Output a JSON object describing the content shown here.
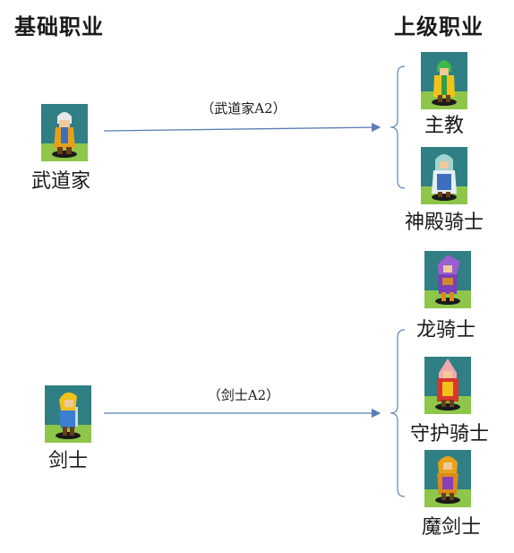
{
  "headings": {
    "base": "基础职业",
    "advanced": "上级职业"
  },
  "base_classes": [
    {
      "name": "武道家",
      "icon": "monk-sprite-icon"
    },
    {
      "name": "剑士",
      "icon": "swordsman-sprite-icon"
    }
  ],
  "transitions": [
    {
      "condition": "（武道家A2）"
    },
    {
      "condition": "（剑士A2）"
    }
  ],
  "advanced_classes": [
    {
      "name": "主教",
      "icon": "bishop-sprite-icon"
    },
    {
      "name": "神殿骑士",
      "icon": "temple-knight-sprite-icon"
    },
    {
      "name": "龙骑士",
      "icon": "dragon-knight-sprite-icon"
    },
    {
      "name": "守护骑士",
      "icon": "guardian-knight-sprite-icon"
    },
    {
      "name": "魔剑士",
      "icon": "magic-swordsman-sprite-icon"
    }
  ],
  "colors": {
    "arrow": "#5b7fb4",
    "bracket": "#6a8bbd"
  }
}
